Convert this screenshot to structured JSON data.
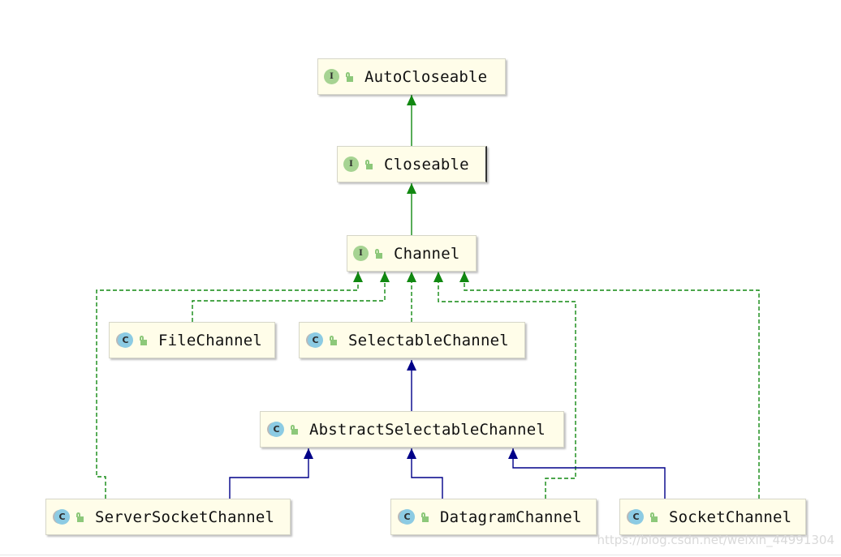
{
  "diagram": {
    "nodes": [
      {
        "id": "autocloseable",
        "label": "AutoCloseable",
        "kind": "I",
        "kind_type": "interface",
        "visibility_icon": "unlocked-icon"
      },
      {
        "id": "closeable",
        "label": "Closeable",
        "kind": "I",
        "kind_type": "interface",
        "visibility_icon": "unlocked-icon"
      },
      {
        "id": "channel",
        "label": "Channel",
        "kind": "I",
        "kind_type": "interface",
        "visibility_icon": "unlocked-icon"
      },
      {
        "id": "filechannel",
        "label": "FileChannel",
        "kind": "C",
        "kind_type": "abstract-class",
        "visibility_icon": "unlocked-icon"
      },
      {
        "id": "selectablechannel",
        "label": "SelectableChannel",
        "kind": "C",
        "kind_type": "abstract-class",
        "visibility_icon": "unlocked-icon"
      },
      {
        "id": "abstractselectablechannel",
        "label": "AbstractSelectableChannel",
        "kind": "C",
        "kind_type": "abstract-class",
        "visibility_icon": "unlocked-icon"
      },
      {
        "id": "serversocketchannel",
        "label": "ServerSocketChannel",
        "kind": "C",
        "kind_type": "abstract-class",
        "visibility_icon": "unlocked-icon"
      },
      {
        "id": "datagramchannel",
        "label": "DatagramChannel",
        "kind": "C",
        "kind_type": "abstract-class",
        "visibility_icon": "unlocked-icon"
      },
      {
        "id": "socketchannel",
        "label": "SocketChannel",
        "kind": "C",
        "kind_type": "abstract-class",
        "visibility_icon": "unlocked-icon"
      }
    ],
    "edges": [
      {
        "from": "closeable",
        "to": "autocloseable",
        "relation": "extends"
      },
      {
        "from": "channel",
        "to": "closeable",
        "relation": "extends"
      },
      {
        "from": "selectablechannel",
        "to": "channel",
        "relation": "implements"
      },
      {
        "from": "filechannel",
        "to": "channel",
        "relation": "implements"
      },
      {
        "from": "datagramchannel",
        "to": "channel",
        "relation": "implements"
      },
      {
        "from": "serversocketchannel",
        "to": "channel",
        "relation": "implements"
      },
      {
        "from": "socketchannel",
        "to": "channel",
        "relation": "implements"
      },
      {
        "from": "abstractselectablechannel",
        "to": "selectablechannel",
        "relation": "extends"
      },
      {
        "from": "serversocketchannel",
        "to": "abstractselectablechannel",
        "relation": "extends"
      },
      {
        "from": "datagramchannel",
        "to": "abstractselectablechannel",
        "relation": "extends"
      },
      {
        "from": "socketchannel",
        "to": "abstractselectablechannel",
        "relation": "extends"
      }
    ],
    "colors": {
      "interface_edge": "#118811",
      "class_edge": "#000088",
      "node_fill": "#fffde9",
      "interface_badge": "#a6d392",
      "class_badge": "#8ccbe3"
    }
  },
  "watermark": "https://blog.csdn.net/weixin_44991304"
}
